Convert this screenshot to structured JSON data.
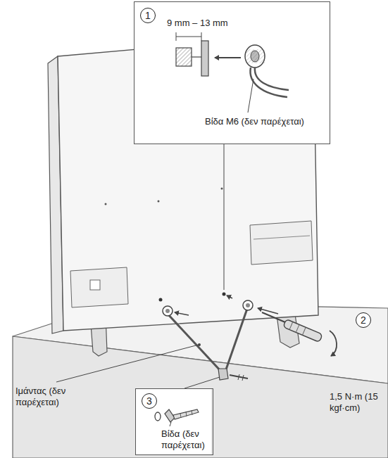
{
  "diagram": {
    "nodes": [
      {
        "text": [
          "1",
          "9 mm – 13 mm",
          "Βίδα M6 (δεν παρέχεται)"
        ]
      },
      {
        "text": [
          "3",
          "Βίδα (δεν παρέχεται)"
        ]
      }
    ],
    "labels": [
      "2",
      "1,5 N·m (15 kgf·cm)",
      "Ιμάντας (δεν παρέχεται)"
    ]
  }
}
